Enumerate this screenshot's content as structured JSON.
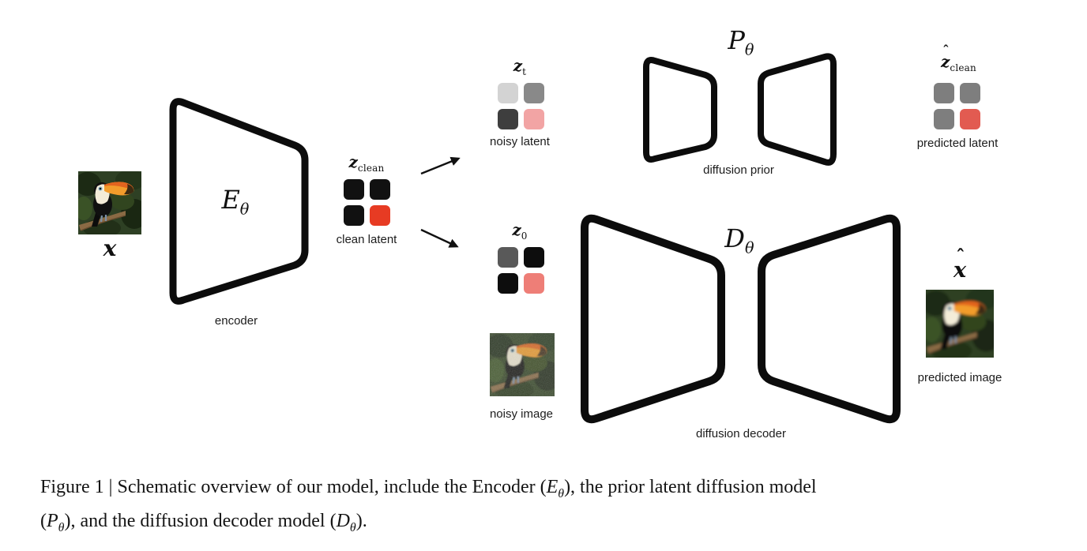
{
  "input_image": {
    "image": "toucan-photo",
    "math": {
      "base": "x"
    }
  },
  "encoder": {
    "math": {
      "base": "E",
      "sub": "θ"
    },
    "label": "encoder"
  },
  "clean_latent": {
    "math": {
      "base": "z",
      "sub": "clean"
    },
    "label": "clean latent",
    "colors": [
      "#111111",
      "#111111",
      "#111111",
      "#e73b23"
    ]
  },
  "noisy_latent": {
    "math": {
      "base": "z",
      "sub": "t"
    },
    "label": "noisy latent",
    "colors": [
      "#d3d3d3",
      "#898989",
      "#3e3e3e",
      "#f2a4a4"
    ]
  },
  "z0_latent": {
    "math": {
      "base": "z",
      "sub": "0"
    },
    "colors": [
      "#595959",
      "#0d0d0d",
      "#0d0d0d",
      "#ee7e77"
    ]
  },
  "noisy_image": {
    "image": "noisy-toucan-photo",
    "label": "noisy image"
  },
  "prior": {
    "math": {
      "base": "P",
      "sub": "θ"
    },
    "label": "diffusion prior"
  },
  "decoder": {
    "math": {
      "base": "D",
      "sub": "θ"
    },
    "label": "diffusion decoder"
  },
  "predicted_latent": {
    "math": {
      "base": "z",
      "sub": "clean",
      "accent": "ˆ"
    },
    "label": "predicted latent",
    "colors": [
      "#7e7e7e",
      "#7e7e7e",
      "#7e7e7e",
      "#e25b51"
    ]
  },
  "predicted_image": {
    "image": "blurred-toucan-photo",
    "math": {
      "base": "x",
      "accent": "ˆ"
    },
    "label": "predicted image"
  },
  "caption": {
    "line1": [
      {
        "text": "Figure 1 | Schematic overview of our model, include the Encoder ("
      },
      {
        "text": "E",
        "italic": true
      },
      {
        "text": "θ",
        "sub": true
      },
      {
        "text": "), the prior latent diffusion model"
      }
    ],
    "line2": [
      {
        "text": "("
      },
      {
        "text": "P",
        "italic": true
      },
      {
        "text": "θ",
        "sub": true
      },
      {
        "text": "), and the diffusion decoder model ("
      },
      {
        "text": "D",
        "italic": true
      },
      {
        "text": "θ",
        "sub": true
      },
      {
        "text": ")."
      }
    ]
  }
}
